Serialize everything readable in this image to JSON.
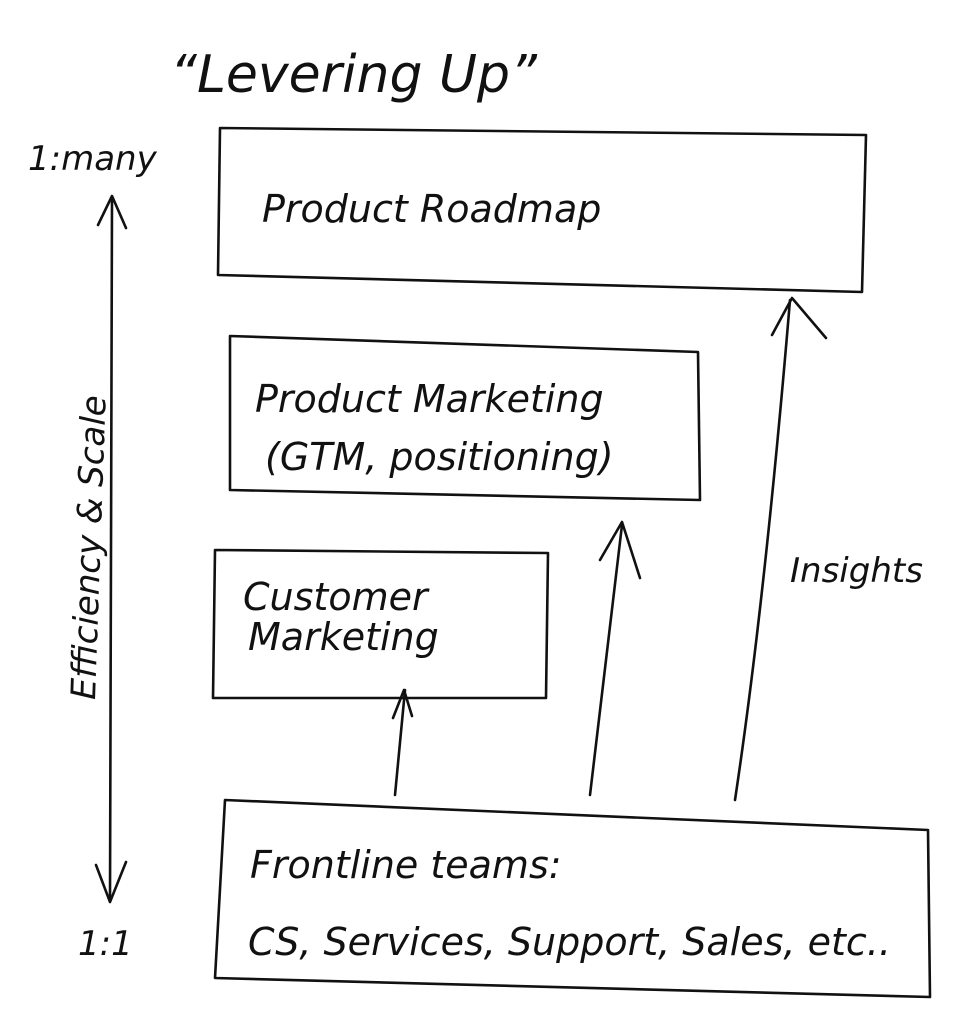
{
  "title": "“Levering Up”",
  "axis": {
    "top_label": "1:many",
    "bottom_label": "1:1",
    "axis_label": "Efficiency & Scale"
  },
  "boxes": {
    "product_roadmap": {
      "line1": "Product Roadmap"
    },
    "product_marketing": {
      "line1": "Product Marketing",
      "line2": "(GTM, positioning)"
    },
    "customer_marketing": {
      "line1": "Customer",
      "line2": "Marketing"
    },
    "frontline": {
      "line1": "Frontline teams:",
      "line2": "CS, Services, Support, Sales, etc.."
    }
  },
  "arrow_label": "Insights"
}
